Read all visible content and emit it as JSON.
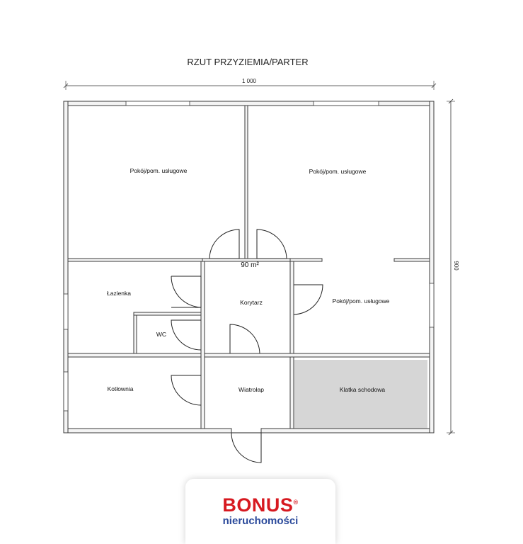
{
  "plan": {
    "title": "RZUT PRZYZIEMIA/PARTER",
    "width_label": "1 000",
    "height_label": "900",
    "area_label": "90 m²",
    "rooms": {
      "pokoj_1": "Pokój/pom. usługowe",
      "pokoj_2": "Pokój/pom. usługowe",
      "pokoj_3": "Pokój/pom. usługowe",
      "lazienka": "Łazienka",
      "wc": "WC",
      "korytarz": "Korytarz",
      "kotlownia": "Kotłownia",
      "wiatrolap": "Wiatrołap",
      "klatka": "Klatka schodowa"
    },
    "colors": {
      "stair_fill": "#d6d6d6"
    }
  },
  "logo": {
    "brand": "BONUS",
    "registered": "®",
    "tagline": "nieruchomości",
    "brand_color": "#d71920",
    "tagline_color": "#2b4a9b"
  }
}
